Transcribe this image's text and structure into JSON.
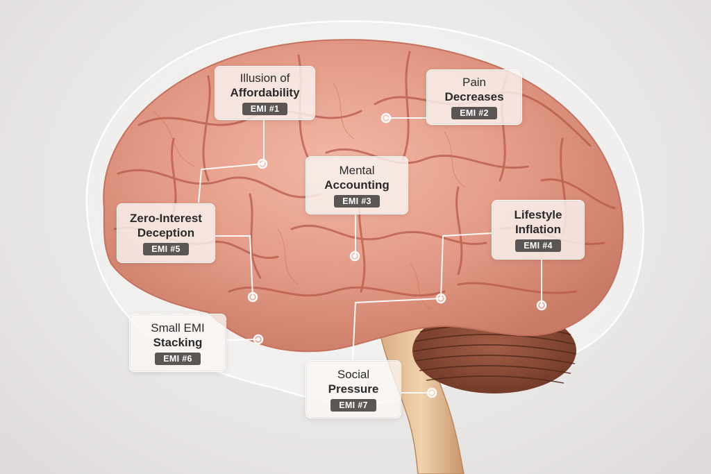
{
  "labels": [
    {
      "id": "emi-1",
      "lines": [
        {
          "text": "Illusion of",
          "weight": "normal"
        },
        {
          "text": "Affordability",
          "weight": "bold"
        }
      ],
      "badge": "EMI #1"
    },
    {
      "id": "emi-2",
      "lines": [
        {
          "text": "Pain",
          "weight": "normal"
        },
        {
          "text": "Decreases",
          "weight": "bold"
        }
      ],
      "badge": "EMI #2"
    },
    {
      "id": "emi-3",
      "lines": [
        {
          "text": "Mental",
          "weight": "normal"
        },
        {
          "text": "Accounting",
          "weight": "bold"
        }
      ],
      "badge": "EMI #3"
    },
    {
      "id": "emi-4",
      "lines": [
        {
          "text": "Lifestyle",
          "weight": "bold"
        },
        {
          "text": "Inflation",
          "weight": "bold"
        }
      ],
      "badge": "EMI #4"
    },
    {
      "id": "emi-5",
      "lines": [
        {
          "text": "Zero-Interest",
          "weight": "bold"
        },
        {
          "text": "Deception",
          "weight": "bold"
        }
      ],
      "badge": "EMI #5"
    },
    {
      "id": "emi-6",
      "lines": [
        {
          "text": "Small EMI",
          "weight": "normal"
        },
        {
          "text": "Stacking",
          "weight": "bold"
        }
      ],
      "badge": "EMI #6"
    },
    {
      "id": "emi-7",
      "lines": [
        {
          "text": "Social",
          "weight": "normal"
        },
        {
          "text": "Pressure",
          "weight": "bold"
        }
      ],
      "badge": "EMI #7"
    }
  ],
  "colors": {
    "badge": "#5b5654",
    "brain_tissue": "#e39a86",
    "brain_sulci": "#b8594a",
    "cerebellum": "#8a4a36",
    "brainstem": "#e8c39c",
    "connector": "#ffffff"
  }
}
